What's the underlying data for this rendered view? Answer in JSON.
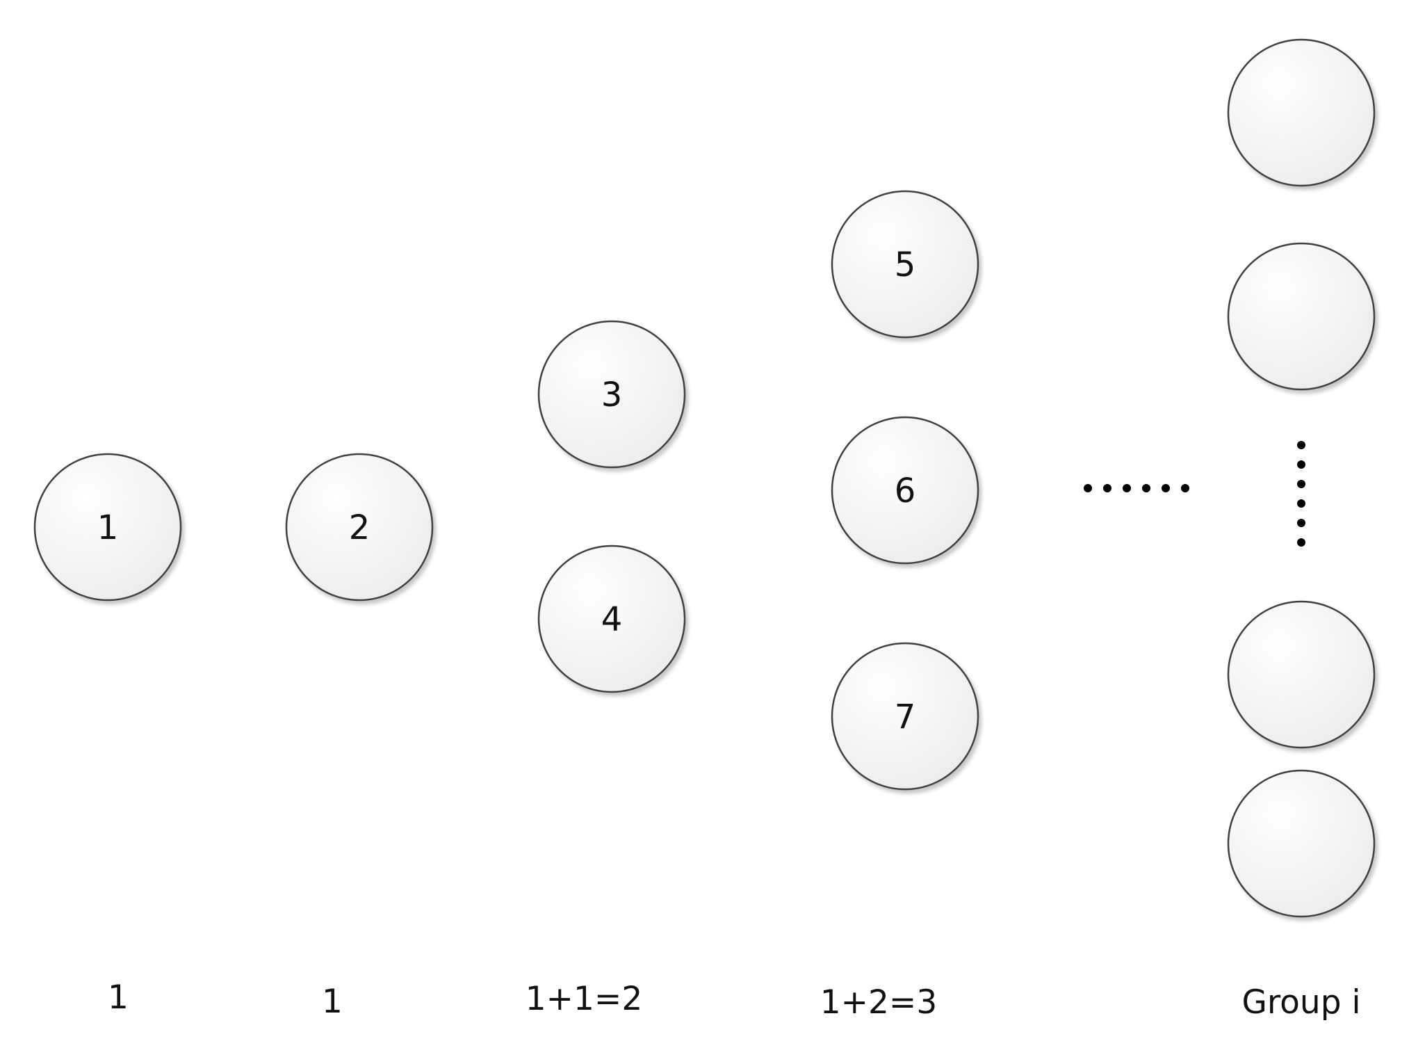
{
  "nodes": [
    {
      "label": "1"
    },
    {
      "label": "2"
    },
    {
      "label": "3"
    },
    {
      "label": "4"
    },
    {
      "label": "5"
    },
    {
      "label": "6"
    },
    {
      "label": "7"
    },
    {
      "label": ""
    },
    {
      "label": ""
    },
    {
      "label": ""
    },
    {
      "label": ""
    }
  ],
  "group_labels": [
    "1",
    "1",
    "1+1=2",
    "1+2=3",
    "Group i"
  ],
  "ellipsis": {
    "horizontal_dots": 6,
    "vertical_dots": 6
  },
  "colors": {
    "node_fill_top": "#ffffff",
    "node_fill_bottom": "#ececec",
    "node_stroke": "#3f3f3f",
    "text": "#111111"
  }
}
